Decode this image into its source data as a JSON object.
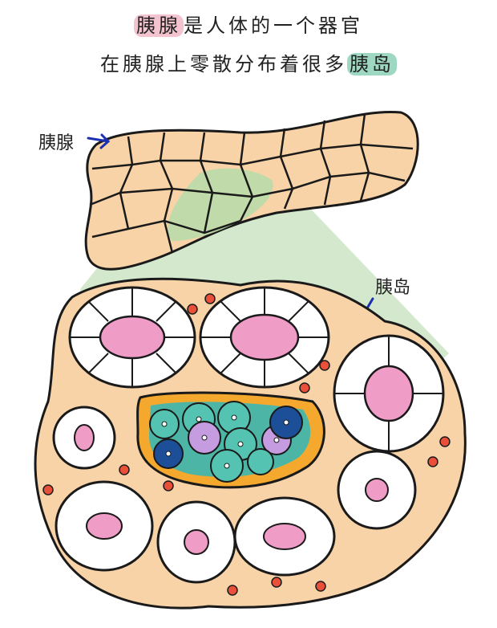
{
  "title_line1": {
    "highlight": "胰腺",
    "rest": "是人体的一个器官"
  },
  "title_line2": {
    "prefix": "在胰腺上零散分布着很多",
    "highlight": "胰岛"
  },
  "labels": {
    "pancreas": "胰腺",
    "islet": "胰岛"
  },
  "colors": {
    "tissue": "#f8d3a8",
    "zoom": "#cfe6c9",
    "acinus_fill": "#ffffff",
    "lumen": "#ef9cc6",
    "islet_border": "#f4a92e",
    "beta_cell": "#54c3b2",
    "alpha_cell": "#c69ce0",
    "delta_cell": "#1d4f98",
    "red_dot": "#e8503a",
    "arrow": "#1b2fb0"
  }
}
